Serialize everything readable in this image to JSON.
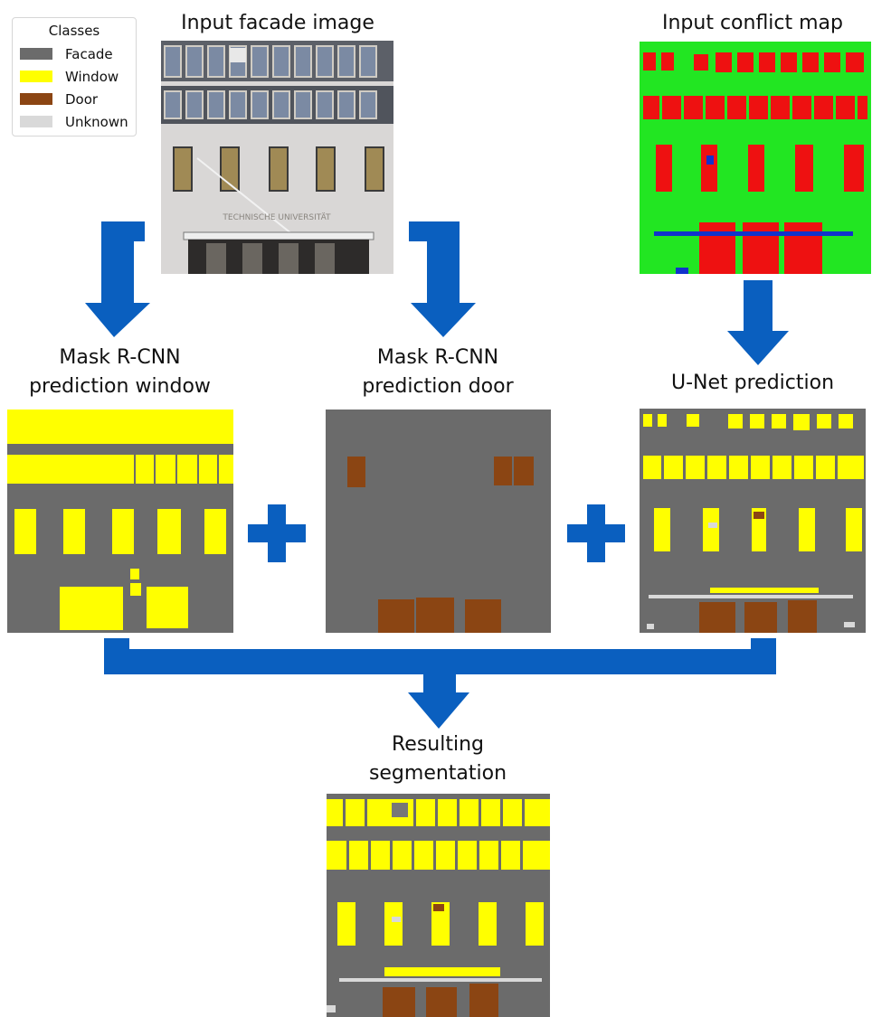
{
  "legend": {
    "title": "Classes",
    "items": [
      {
        "label": "Facade",
        "color": "#6b6b6b"
      },
      {
        "label": "Window",
        "color": "#ffff00"
      },
      {
        "label": "Door",
        "color": "#8b4513"
      },
      {
        "label": "Unknown",
        "color": "#d9d9d9"
      }
    ]
  },
  "labels": {
    "input_facade": "Input facade image",
    "input_conflict": "Input conflict map",
    "maskrcnn_window_1": "Mask R-CNN",
    "maskrcnn_window_2": "prediction window",
    "maskrcnn_door_1": "Mask R-CNN",
    "maskrcnn_door_2": "prediction door",
    "unet": "U-Net prediction",
    "result_1": "Resulting",
    "result_2": "segmentation"
  },
  "facade_sign": "TECHNISCHE UNIVERSITÄT",
  "colors": {
    "arrow": "#0a5fbf",
    "facade": "#6b6b6b",
    "window": "#ffff00",
    "door": "#8b4513",
    "unknown": "#d9d9d9",
    "conflict_bg": "#22e622",
    "conflict_red": "#ee1111",
    "conflict_blue": "#1133cc"
  },
  "operators": {
    "plus": "+"
  }
}
